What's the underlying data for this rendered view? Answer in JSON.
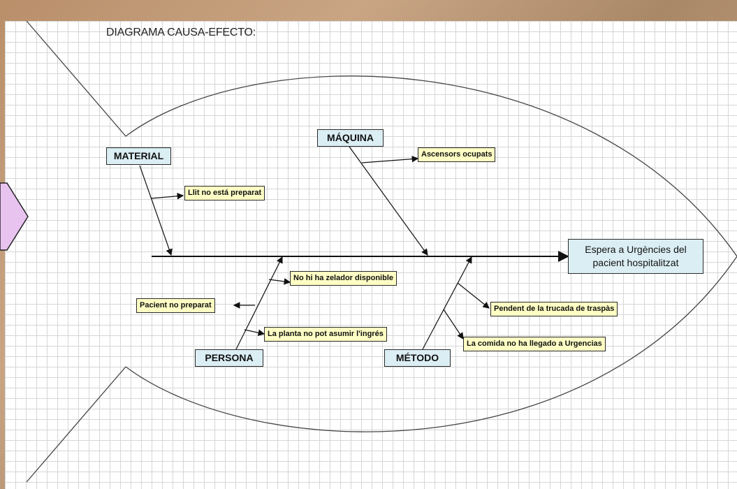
{
  "title": "DIAGRAMA CAUSA-EFECTO:",
  "effect": "Espera a Urgències del pacient hospitalitzat",
  "categories": {
    "material": "MATERIAL",
    "maquina": "MÁQUINA",
    "persona": "PERSONA",
    "metodo": "MÉTODO"
  },
  "causes": {
    "llit": "Llit no está preparat",
    "ascensors": "Ascensors ocupats",
    "zelador": "No hi ha zelador disponible",
    "pacient": "Pacient no preparat",
    "planta": "La planta no pot asumir l'ingrés",
    "pendent": "Pendent de la trucada de traspàs",
    "comida": "La comida no ha llegado a Urgencias"
  },
  "colors": {
    "category_fill": "#dbeef4",
    "cause_fill": "#fdfdc4",
    "arrow_fill": "#e8c3f0"
  }
}
